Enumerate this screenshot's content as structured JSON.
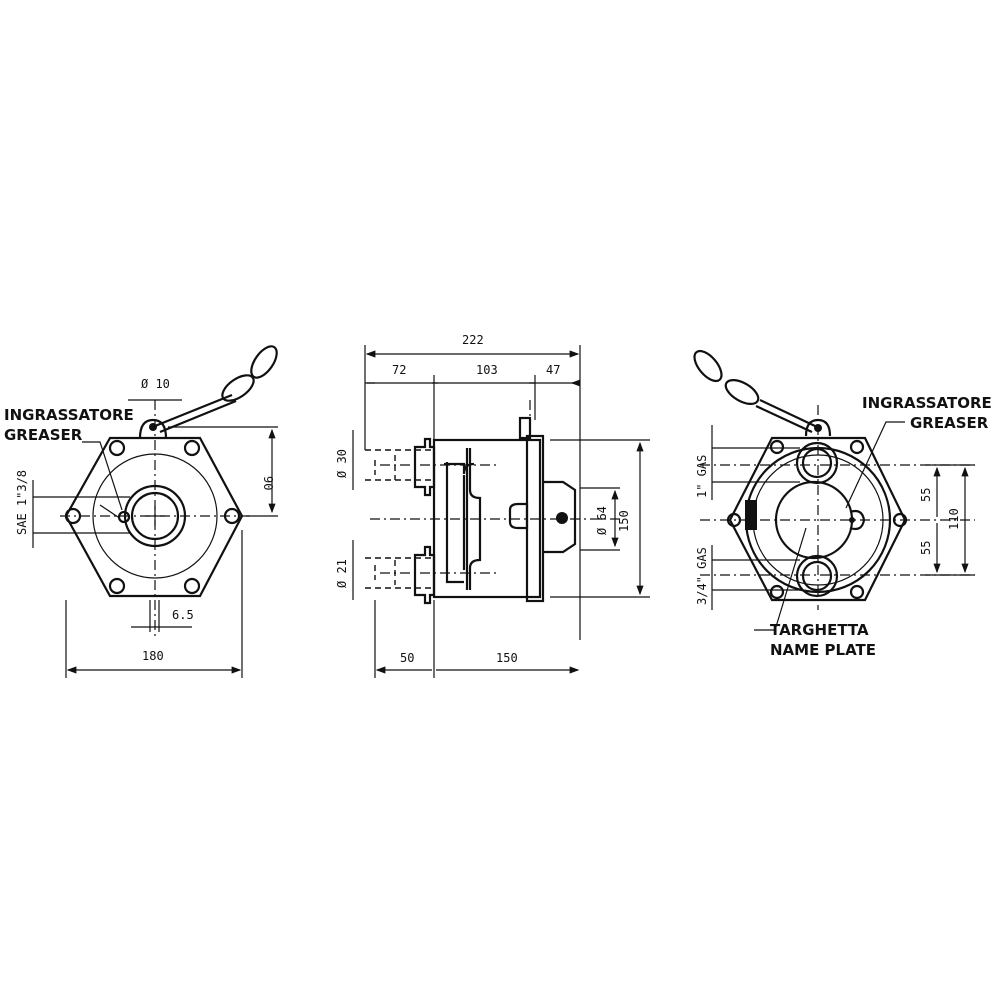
{
  "left_view": {
    "greaser_it": "INGRASSATORE",
    "greaser_en": "GREASER",
    "dim_hole": "Ø 10",
    "dim_height": "90",
    "dim_shaft": "SAE 1\"3/8",
    "dim_offset": "6.5",
    "dim_width": "180"
  },
  "side_view": {
    "dim_total": "222",
    "dim_a": "72",
    "dim_b": "103",
    "dim_c": "47",
    "dim_port1": "Ø 30",
    "dim_port2": "Ø 21",
    "dim_cap": "Ø 64",
    "dim_height": "150",
    "dim_left": "50",
    "dim_body": "150"
  },
  "right_view": {
    "greaser_it": "INGRASSATORE",
    "greaser_en": "GREASER",
    "plate_it": "TARGHETTA",
    "plate_en": "NAME PLATE",
    "port1": "1\" GAS",
    "port2": "3/4\" GAS",
    "dim_upper": "55",
    "dim_lower": "55",
    "dim_total": "110"
  }
}
